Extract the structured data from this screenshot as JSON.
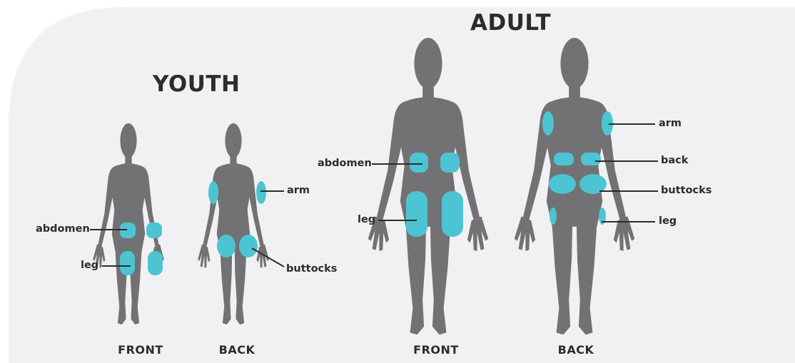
{
  "youth": {
    "title": "YOUTH",
    "front_label": "FRONT",
    "back_label": "BACK",
    "sites": {
      "abdomen": "abdomen",
      "leg": "leg",
      "arm": "arm",
      "buttocks": "buttocks"
    }
  },
  "adult": {
    "title": "ADULT",
    "front_label": "FRONT",
    "back_label": "BACK",
    "sites": {
      "abdomen": "abdomen",
      "leg": "leg",
      "arm": "arm",
      "back": "back",
      "buttocks": "buttocks",
      "leg_back": "leg"
    }
  },
  "colors": {
    "panel": "#f1f1f3",
    "silhouette": "#727274",
    "site": "#4cc4d3",
    "text": "#2c2c2c"
  }
}
